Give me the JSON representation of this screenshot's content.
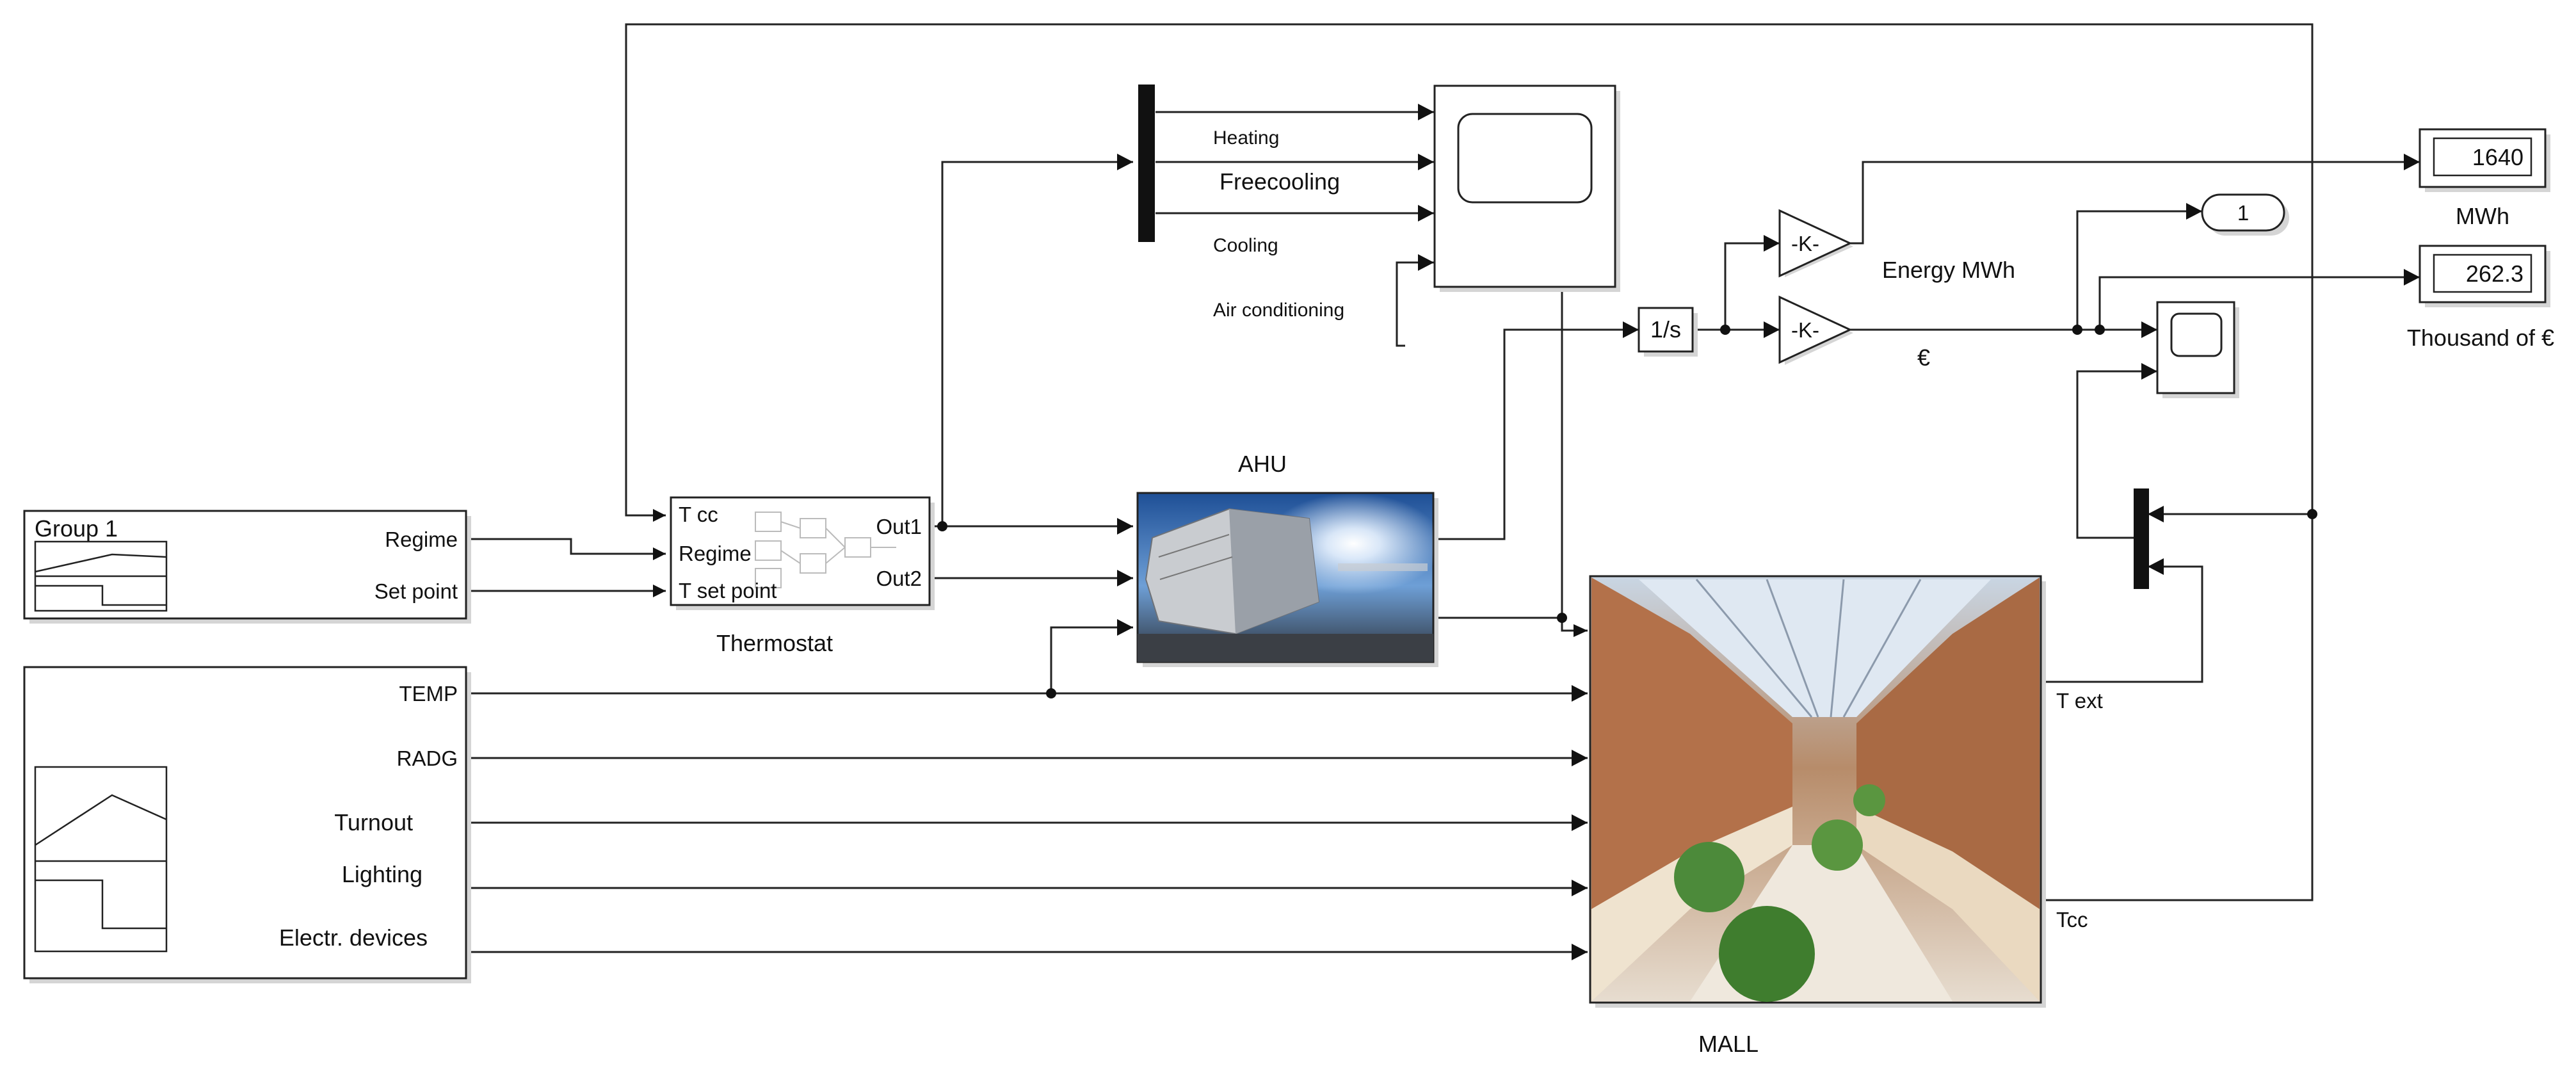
{
  "blocks": {
    "group1": {
      "title": "Group 1",
      "ports": [
        "Regime",
        "Set point"
      ]
    },
    "inputs": {
      "ports": [
        "TEMP",
        "RADG",
        "Turnout",
        "Lighting",
        "Electr. devices"
      ]
    },
    "thermostat": {
      "name": "Thermostat",
      "inputs": [
        "T cc",
        "Regime",
        "T set point"
      ],
      "outputs": [
        "Out1",
        "Out2"
      ]
    },
    "ahu": {
      "name": "AHU"
    },
    "mall": {
      "name": "MALL",
      "outputs": [
        "T ext",
        "Tcc"
      ]
    },
    "mux_signals": [
      "Heating",
      "Freecooling",
      "Cooling",
      "Air conditioning"
    ],
    "integrator": {
      "label": "1/s"
    },
    "gain_energy": {
      "label": "-K-",
      "caption": "Energy MWh"
    },
    "gain_cost": {
      "label": "-K-",
      "caption": "€"
    },
    "outport": {
      "label": "1"
    },
    "display_energy": {
      "value": "1640",
      "unit": "MWh"
    },
    "display_cost": {
      "value": "262.3",
      "unit": "Thousand of €"
    }
  },
  "icons": [
    "scope-icon",
    "mux-icon",
    "ahu-photo",
    "mall-photo",
    "signal-builder-icon"
  ]
}
